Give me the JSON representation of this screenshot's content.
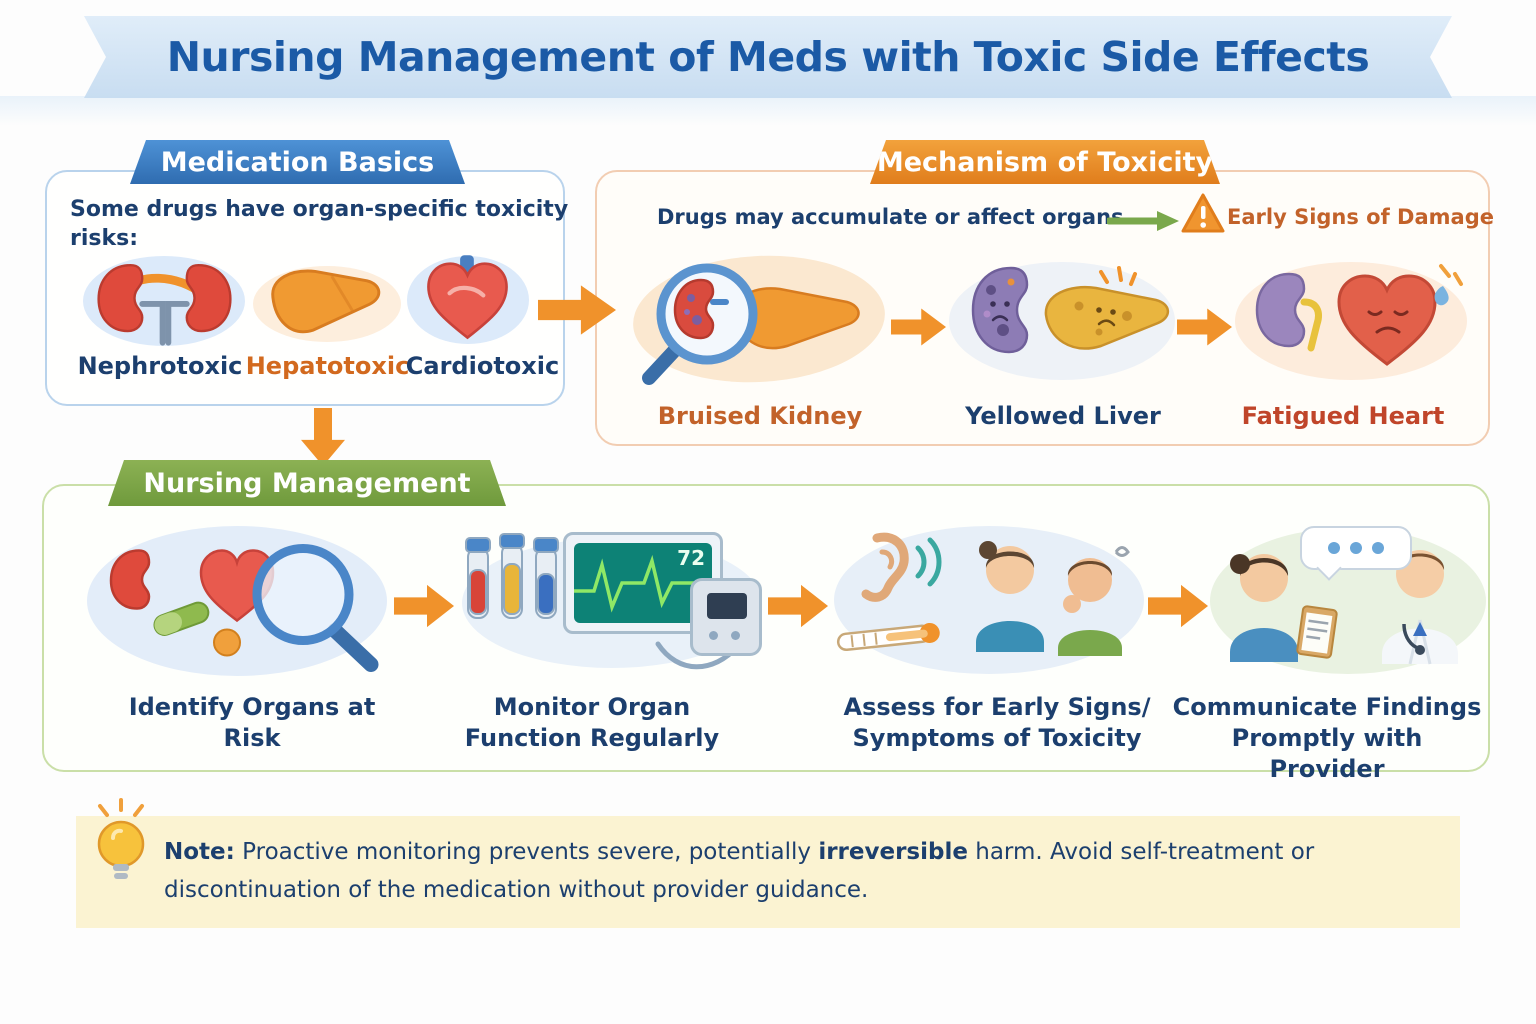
{
  "title": "Nursing Management of Meds with Toxic Side Effects",
  "medication_basics": {
    "header": "Medication Basics",
    "intro": "Some drugs have organ-specific toxicity risks:",
    "organs": [
      {
        "label": "Nephrotoxic",
        "icon": "kidney-icon"
      },
      {
        "label": "Hepatotoxic",
        "icon": "liver-icon"
      },
      {
        "label": "Cardiotoxic",
        "icon": "heart-icon"
      }
    ]
  },
  "mechanism": {
    "header": "Mechanism of Toxicity",
    "intro": "Drugs may accumulate or affect organs",
    "early_signs": "Early Signs of Damage",
    "stages": [
      {
        "label": "Bruised Kidney"
      },
      {
        "label": "Yellowed Liver"
      },
      {
        "label": "Fatigued Heart"
      }
    ]
  },
  "nursing": {
    "header": "Nursing Management",
    "monitor_reading": "72",
    "steps": [
      {
        "line1": "Identify Organs at Risk",
        "line2": ""
      },
      {
        "line1": "Monitor Organ",
        "line2": "Function Regularly"
      },
      {
        "line1": "Assess for Early Signs/",
        "line2": "Symptoms of Toxicity"
      },
      {
        "line1": "Communicate Findings",
        "line2": "Promptly with Provider"
      }
    ]
  },
  "note": {
    "prefix": "Note:",
    "seg1": " Proactive monitoring prevents severe, potentially ",
    "bold": "irreversible",
    "seg2": " harm. Avoid self-treatment or discontinuation of the medication without provider guidance."
  },
  "colors": {
    "accent_orange": "#f0922b",
    "accent_blue": "#3b7cc4",
    "accent_green": "#7aa84c",
    "text_navy": "#1c3f6e",
    "hepatotoxic_orange": "#d2691e",
    "note_background": "#fbf3d2"
  }
}
